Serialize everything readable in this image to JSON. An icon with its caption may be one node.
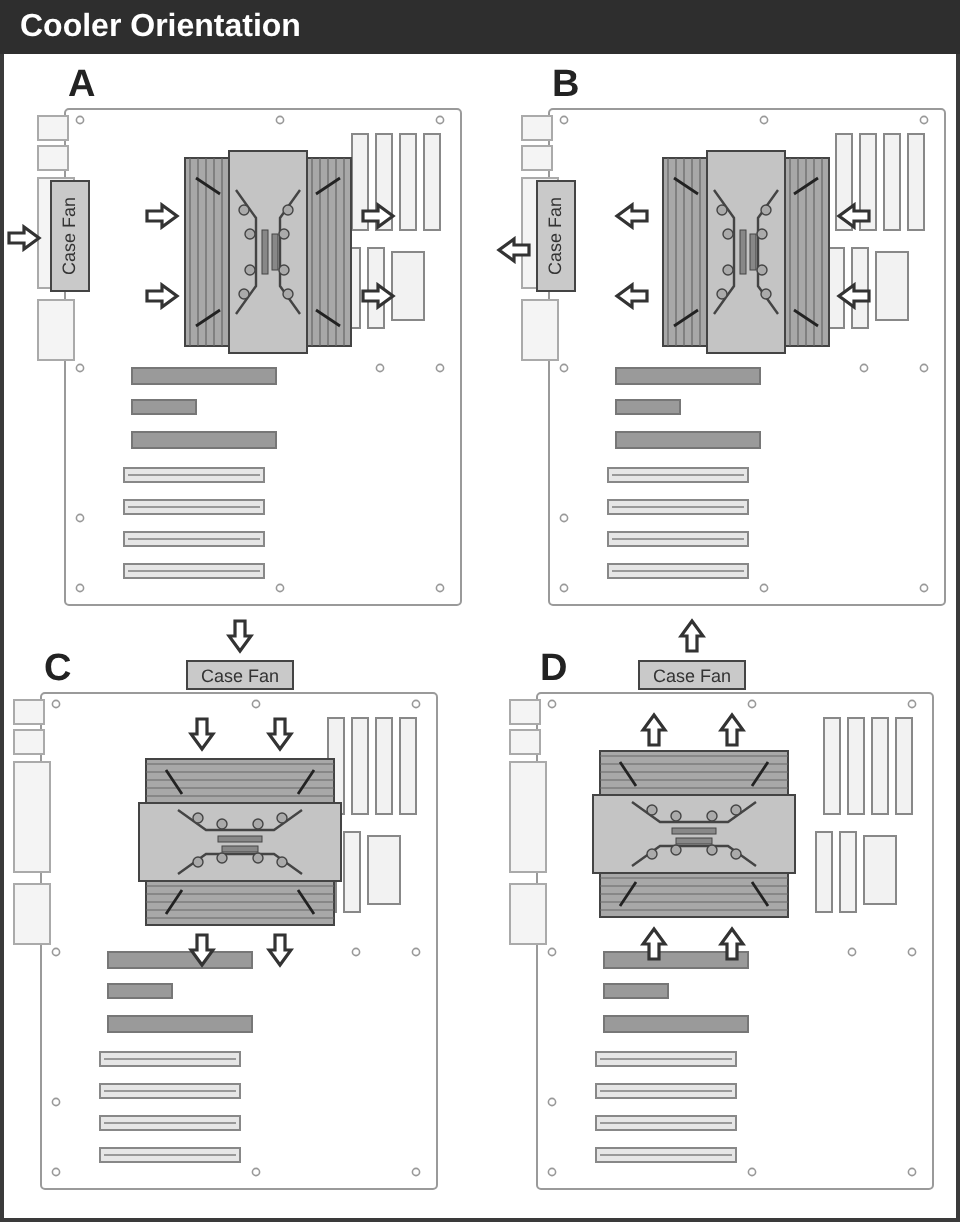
{
  "diagram": {
    "title": "Cooler Orientation",
    "nodes": [
      {
        "text": [
          "Case Fan"
        ]
      },
      {
        "text": [
          "Case Fan"
        ]
      },
      {
        "text": [
          "Case Fan"
        ]
      },
      {
        "text": [
          "Case Fan"
        ]
      }
    ],
    "labels": [
      "A",
      "B",
      "C",
      "D"
    ]
  }
}
